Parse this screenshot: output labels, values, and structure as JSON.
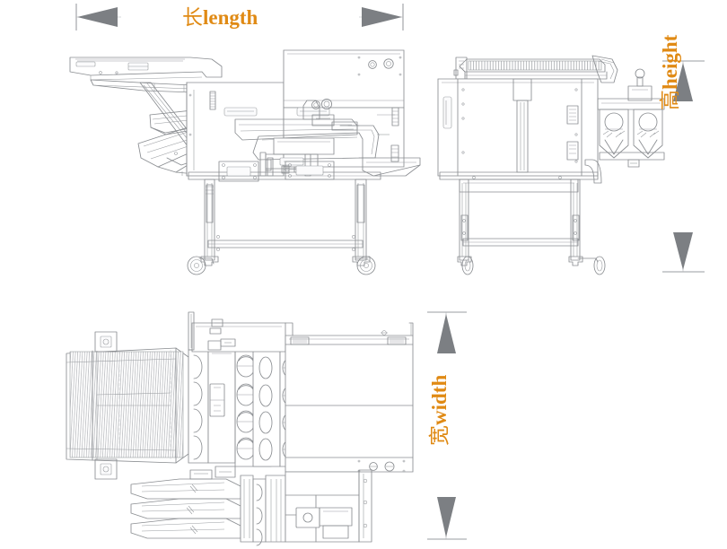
{
  "drawing": {
    "title_alt": "Vegetable cutting machine dimension drawing",
    "background_color": "#ffffff",
    "line_color": "#8a8d91",
    "line_color_light": "#b6b9bd",
    "arrow_color": "#7c7f83",
    "label_color": "#e08a14",
    "views": [
      {
        "name": "side-view",
        "label_shown": false
      },
      {
        "name": "front-view",
        "label_shown": false
      },
      {
        "name": "top-view",
        "label_shown": false
      }
    ]
  },
  "dimensions": {
    "length": {
      "cjk": "长",
      "latin": "length",
      "orientation": "horizontal",
      "arrow_left": "left-arrow-icon",
      "arrow_right": "right-arrow-icon"
    },
    "height": {
      "cjk": "高",
      "latin": "height",
      "orientation": "vertical",
      "arrow_top": "up-arrow-icon",
      "arrow_bottom": "down-arrow-icon"
    },
    "width": {
      "cjk": "宽",
      "latin": "width",
      "orientation": "vertical",
      "arrow_top": "up-arrow-icon",
      "arrow_bottom": "down-arrow-icon"
    }
  }
}
